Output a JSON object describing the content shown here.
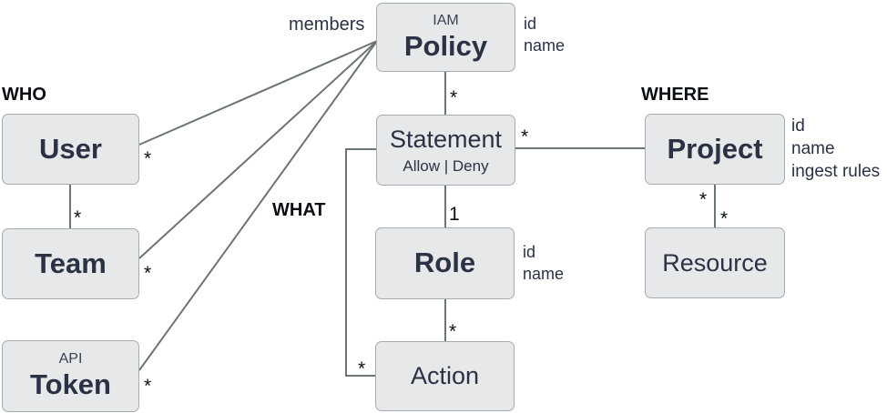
{
  "diagram": {
    "sections": {
      "who": "WHO",
      "what": "WHAT",
      "where": "WHERE"
    },
    "nodes": {
      "policy": {
        "tag": "IAM",
        "title": "Policy",
        "attributes": [
          "id",
          "name"
        ]
      },
      "statement": {
        "title": "Statement",
        "subtitle": "Allow | Deny"
      },
      "role": {
        "title": "Role",
        "attributes": [
          "id",
          "name"
        ]
      },
      "action": {
        "title": "Action"
      },
      "user": {
        "title": "User"
      },
      "team": {
        "title": "Team"
      },
      "token": {
        "tag": "API",
        "title": "Token"
      },
      "project": {
        "title": "Project",
        "attributes": [
          "id",
          "name",
          "ingest rules"
        ]
      },
      "resource": {
        "title": "Resource"
      }
    },
    "edge_labels": {
      "members": "members",
      "policy_statement": "*",
      "statement_role": "1",
      "role_action": "*",
      "statement_action": "*",
      "statement_project": "*",
      "policy_user": "*",
      "policy_team": "*",
      "policy_token": "*",
      "user_team": "*",
      "project_resource_upper": "*",
      "project_resource_lower": "*"
    },
    "colors": {
      "node_fill": "#e6e8ea",
      "node_border": "#a6acb3",
      "edge_line": "#6b7571",
      "title_text": "#2b3245",
      "section_text": "#0b0e13"
    }
  }
}
